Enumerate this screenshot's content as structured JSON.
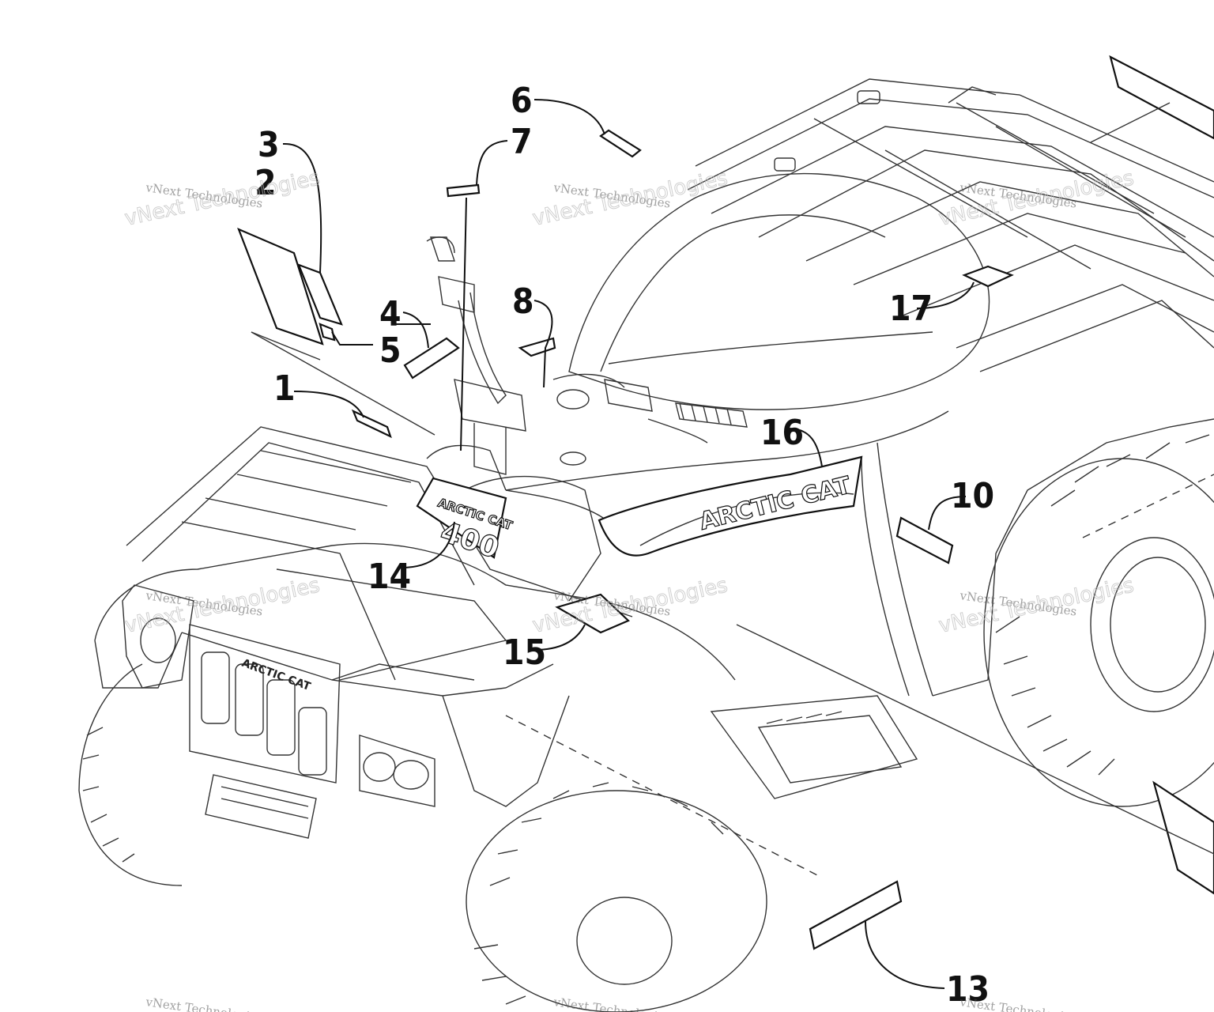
{
  "callouts": {
    "c1": "1",
    "c2": "2",
    "c3": "3",
    "c4": "4",
    "c5": "5",
    "c6": "6",
    "c7": "7",
    "c8": "8",
    "c10": "10",
    "c13": "13",
    "c14": "14",
    "c15": "15",
    "c16": "16",
    "c17": "17"
  },
  "decal_text": {
    "tank_brand": "ARCTIC CAT",
    "panel_brand": "ARCTIC CAT",
    "panel_model": "400",
    "grille_brand": "ARCTIC CAT"
  },
  "watermark": {
    "small": "vNext Technologies",
    "large": "vNext Technologies"
  }
}
